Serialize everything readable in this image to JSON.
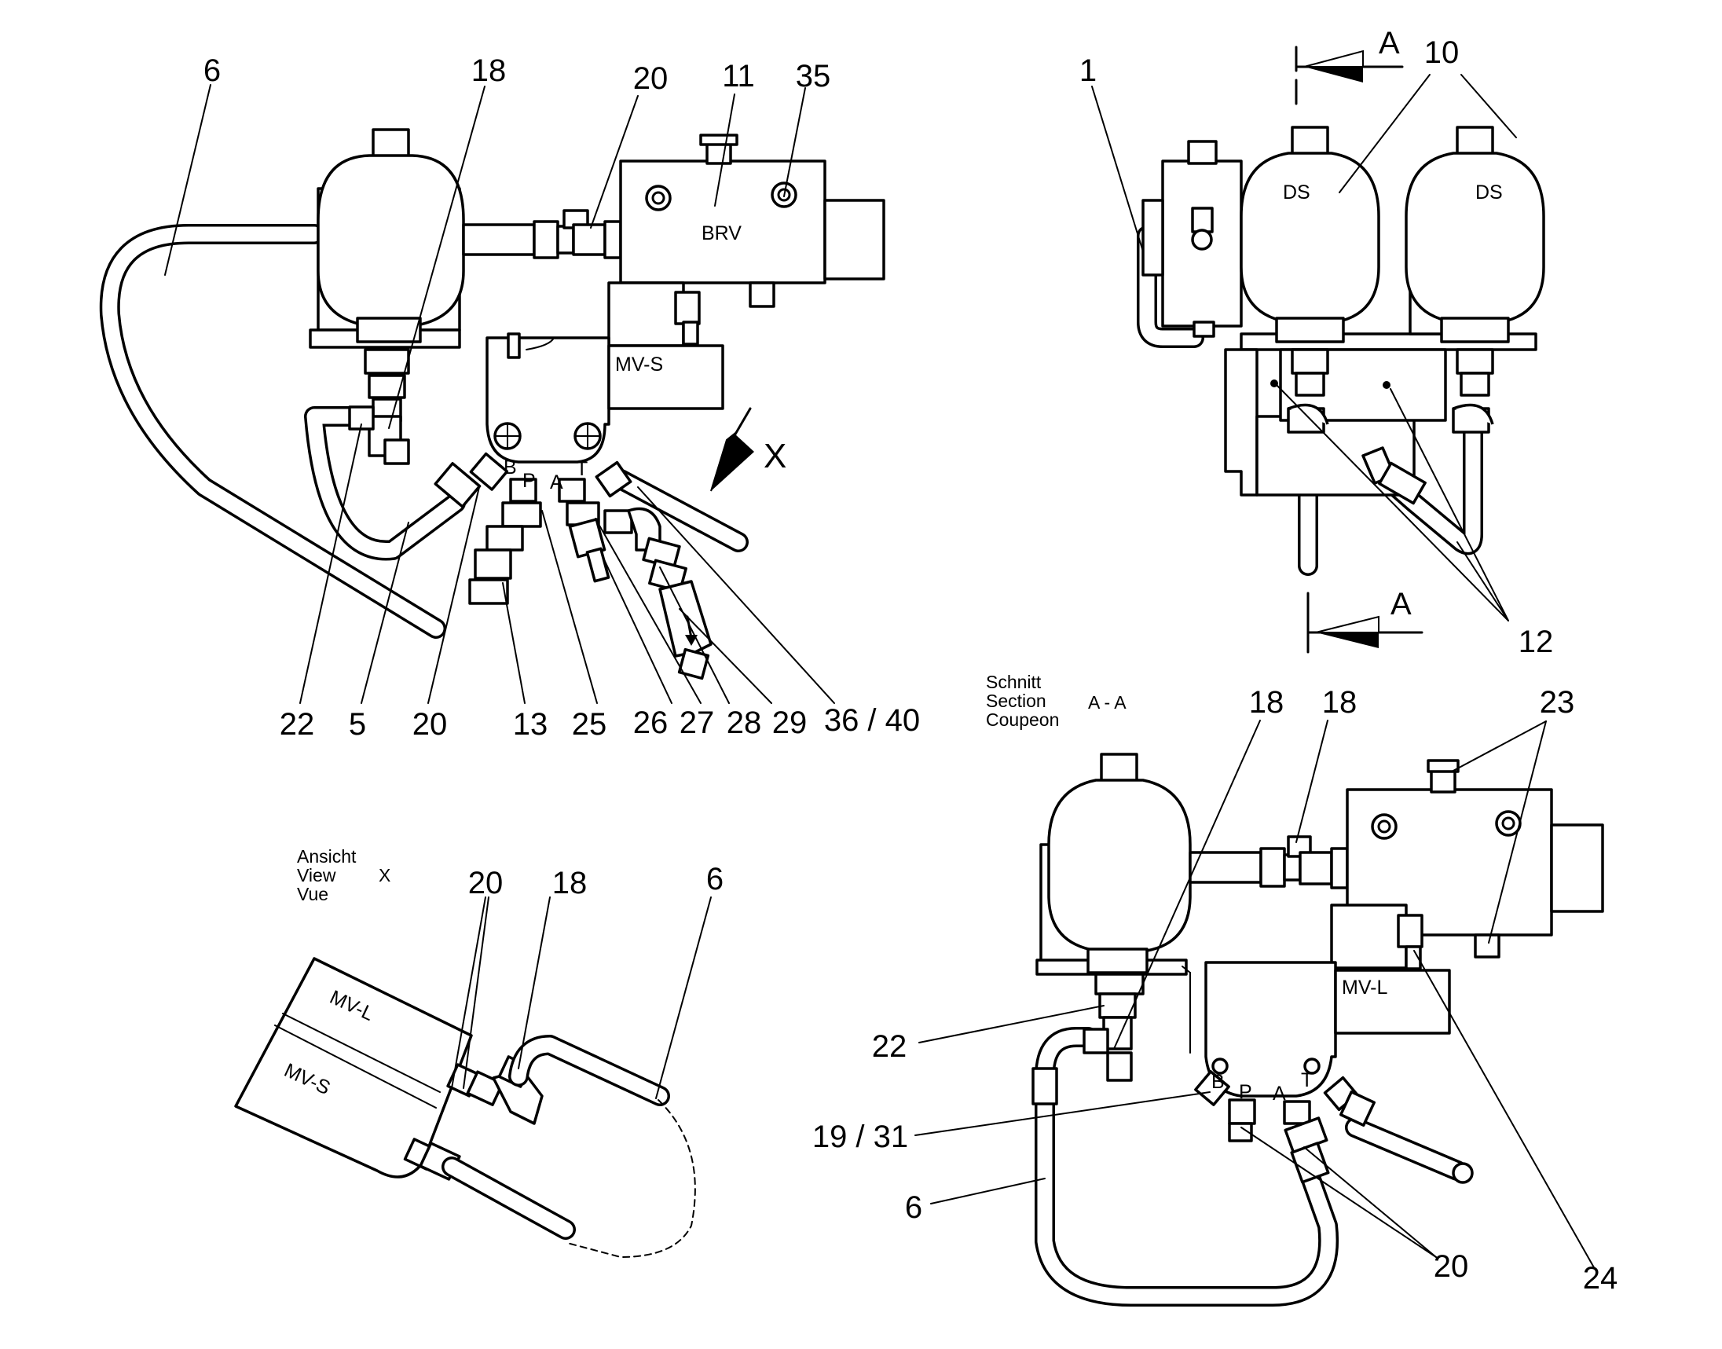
{
  "view_top_left": {
    "callouts": [
      "6",
      "18",
      "20",
      "11",
      "35",
      "22",
      "5",
      "20",
      "13",
      "25",
      "26",
      "27",
      "28",
      "29",
      "36 / 40"
    ],
    "labels": {
      "valve": "BRV",
      "magnet_valve": "MV-S",
      "port_b": "B",
      "port_p": "P",
      "port_a": "A",
      "port_t": "T",
      "view_arrow": "X"
    }
  },
  "view_top_right": {
    "callouts": [
      "1",
      "10",
      "12"
    ],
    "labels": {
      "accumulator_left": "DS",
      "accumulator_right": "DS",
      "section_top": "A",
      "section_bottom": "A"
    }
  },
  "view_bottom_left": {
    "caption": [
      "Ansicht",
      "View",
      "Vue"
    ],
    "caption_ref": "X",
    "callouts": [
      "20",
      "18",
      "6"
    ],
    "labels": {
      "upper_valve": "MV-L",
      "lower_valve": "MV-S"
    }
  },
  "view_bottom_right": {
    "caption": [
      "Schnitt",
      "Section",
      "Coupeon"
    ],
    "caption_ref": "A - A",
    "callouts": [
      "18",
      "18",
      "23",
      "22",
      "19 / 31",
      "6",
      "20",
      "24"
    ],
    "labels": {
      "magnet_valve": "MV-L",
      "port_b": "B",
      "port_p": "P",
      "port_a": "A",
      "port_t": "T"
    }
  }
}
